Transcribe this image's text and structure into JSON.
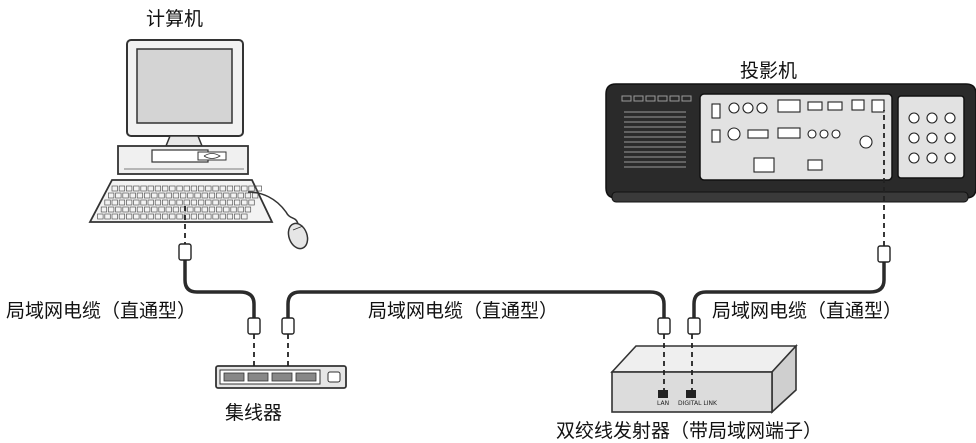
{
  "labels": {
    "computer": "计算机",
    "projector": "投影机",
    "hub": "集线器",
    "transmitter": "双绞线发射器（带局域网端子）",
    "cable_left": "局域网电缆（直通型）",
    "cable_middle": "局域网电缆（直通型）",
    "cable_right": "局域网电缆（直通型）"
  },
  "transmitter_ports": {
    "lan": "LAN",
    "digital_link": "DIGITAL LINK"
  },
  "colors": {
    "cable": "#2b2b2b",
    "device_fill": "#e6e6e6",
    "device_outline": "#333333",
    "projector_body": "#2a2a2a"
  }
}
